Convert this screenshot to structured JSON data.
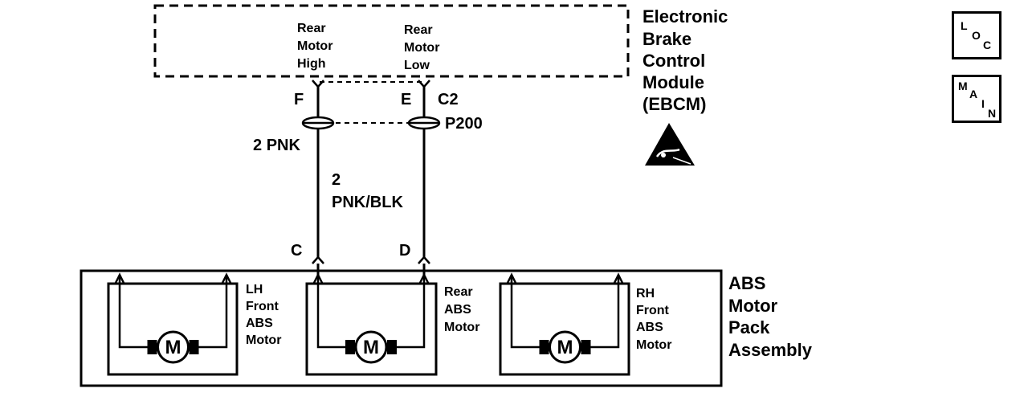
{
  "module": {
    "name_lines": [
      "Electronic",
      "Brake",
      "Control",
      "Module",
      "(EBCM)"
    ],
    "outputs": [
      {
        "lines": [
          "Rear",
          "Motor",
          "High"
        ],
        "pin": "F"
      },
      {
        "lines": [
          "Rear",
          "Motor",
          "Low"
        ],
        "pin": "E"
      }
    ],
    "connector": "C2"
  },
  "splice": {
    "id": "P200"
  },
  "wires": [
    {
      "gauge": "2",
      "color": "PNK"
    },
    {
      "gauge": "2",
      "color": "PNK/BLK"
    }
  ],
  "assembly": {
    "name_lines": [
      "ABS",
      "Motor",
      "Pack",
      "Assembly"
    ],
    "pins": [
      "C",
      "D"
    ],
    "motors": [
      {
        "symbol": "M",
        "label_lines": [
          "LH",
          "Front",
          "ABS",
          "Motor"
        ]
      },
      {
        "symbol": "M",
        "label_lines": [
          "Rear",
          "ABS",
          "Motor"
        ]
      },
      {
        "symbol": "M",
        "label_lines": [
          "RH",
          "Front",
          "ABS",
          "Motor"
        ]
      }
    ]
  },
  "nav": {
    "loc": {
      "letters": [
        "L",
        "O",
        "C"
      ]
    },
    "main": {
      "letters": [
        "M",
        "A",
        "I",
        "N"
      ]
    }
  }
}
